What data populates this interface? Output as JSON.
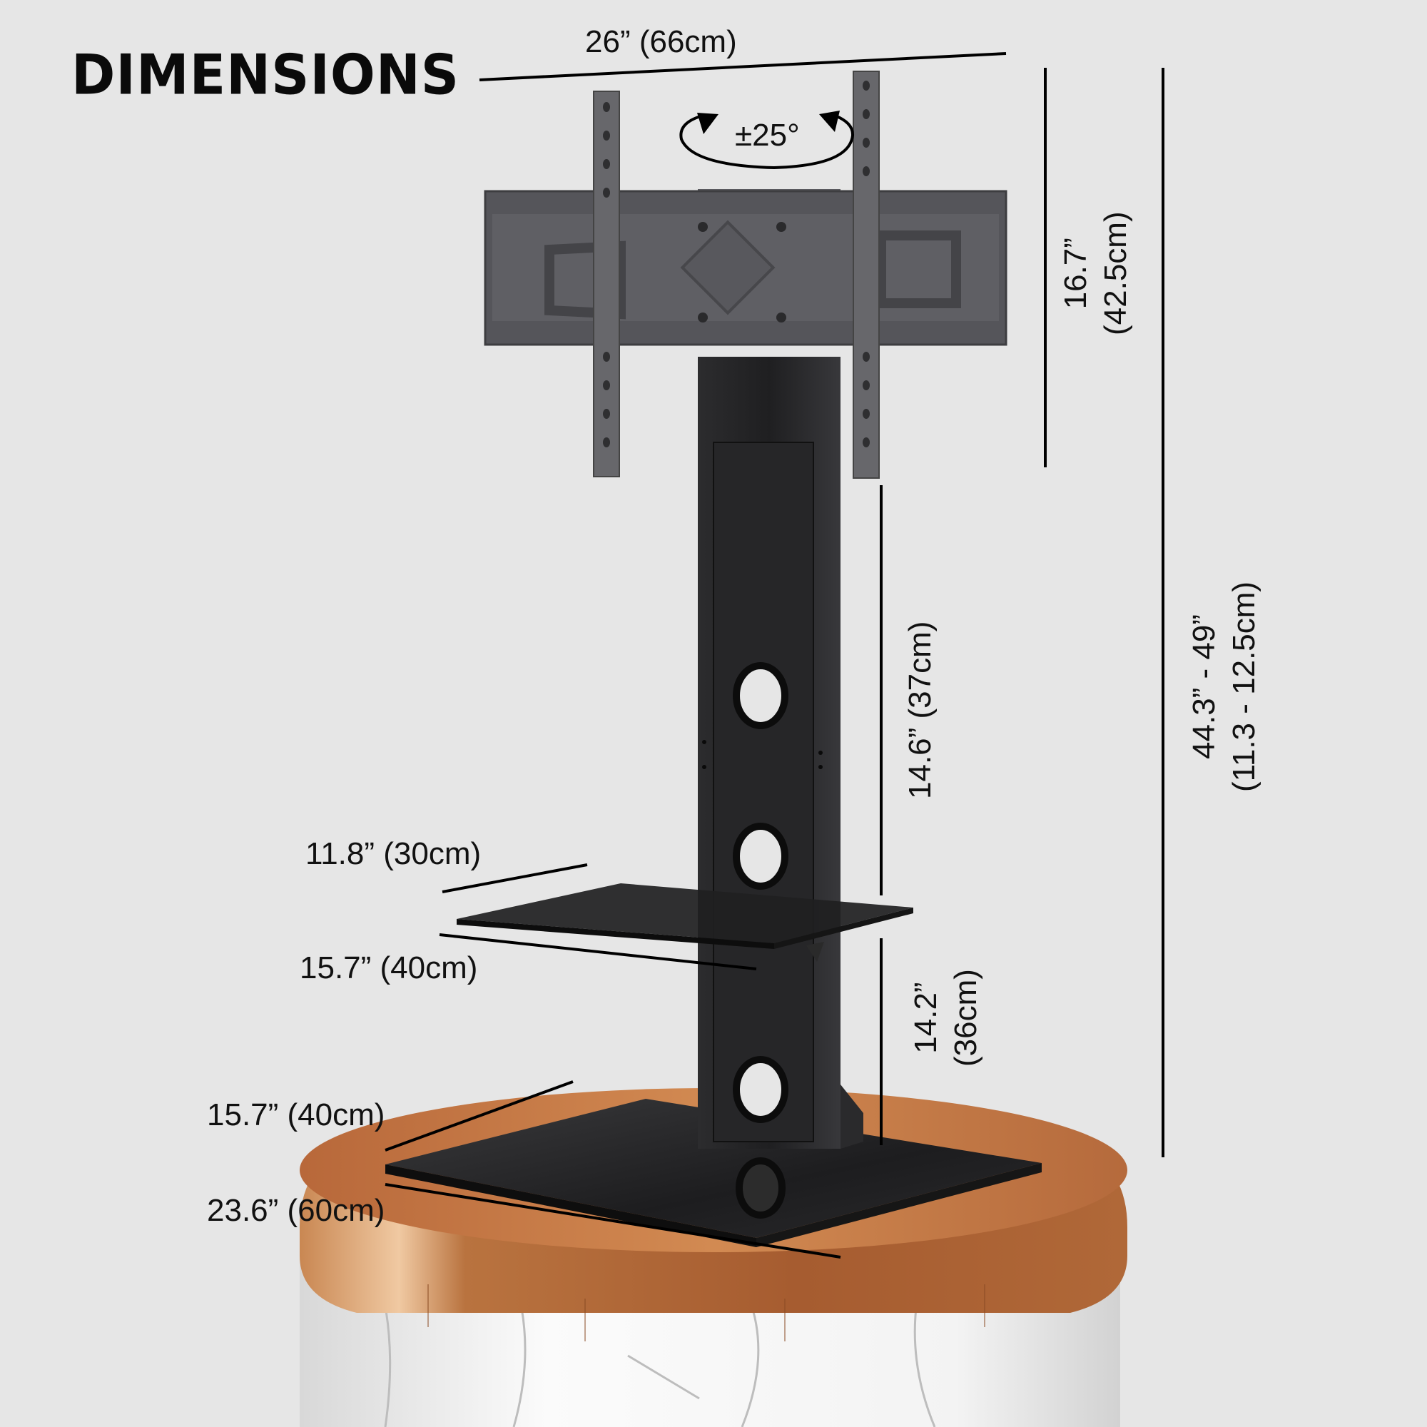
{
  "title": "DIMENSIONS",
  "dimensions": {
    "mount_width": "26” (66cm)",
    "swivel": "±25°",
    "mount_height": {
      "imperial": "16.7”",
      "metric": "(42.5cm)"
    },
    "pole_segment": "14.6” (37cm)",
    "total_height": {
      "imperial": "44.3” - 49”",
      "metric": "(11.3 - 12.5cm)"
    },
    "shelf_depth": "11.8” (30cm)",
    "shelf_width": "15.7” (40cm)",
    "shelf_to_base": {
      "imperial": "14.2”",
      "metric": "(36cm)"
    },
    "base_depth": "15.7” (40cm)",
    "base_width": "23.6” (60cm)"
  },
  "colors": {
    "background": "#e6e6e6",
    "metal": "#55555a",
    "glass": "#1c1c1e",
    "wood": "#c47a45",
    "marble": "#f2f2f2",
    "line": "#000000"
  }
}
